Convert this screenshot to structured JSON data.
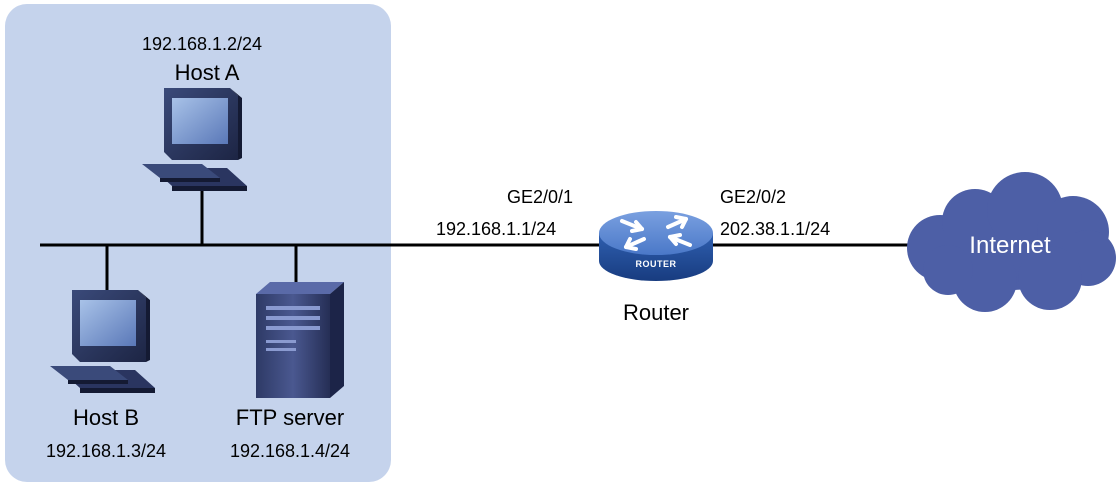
{
  "hosts": {
    "host_a": {
      "name": "Host A",
      "ip": "192.168.1.2/24"
    },
    "host_b": {
      "name": "Host B",
      "ip": "192.168.1.3/24"
    },
    "ftp_server": {
      "name": "FTP server",
      "ip": "192.168.1.4/24"
    }
  },
  "router": {
    "name": "Router",
    "badge": "ROUTER",
    "interfaces": {
      "left": {
        "name": "GE2/0/1",
        "ip": "192.168.1.1/24"
      },
      "right": {
        "name": "GE2/0/2",
        "ip": "202.38.1.1/24"
      }
    }
  },
  "internet": {
    "label": "Internet"
  },
  "colors": {
    "lan_area": "#c5d3ec",
    "cloud": "#4d5fa6",
    "router_top": "#5b86cf",
    "router_side": "#1f4a96",
    "link": "#000000"
  }
}
